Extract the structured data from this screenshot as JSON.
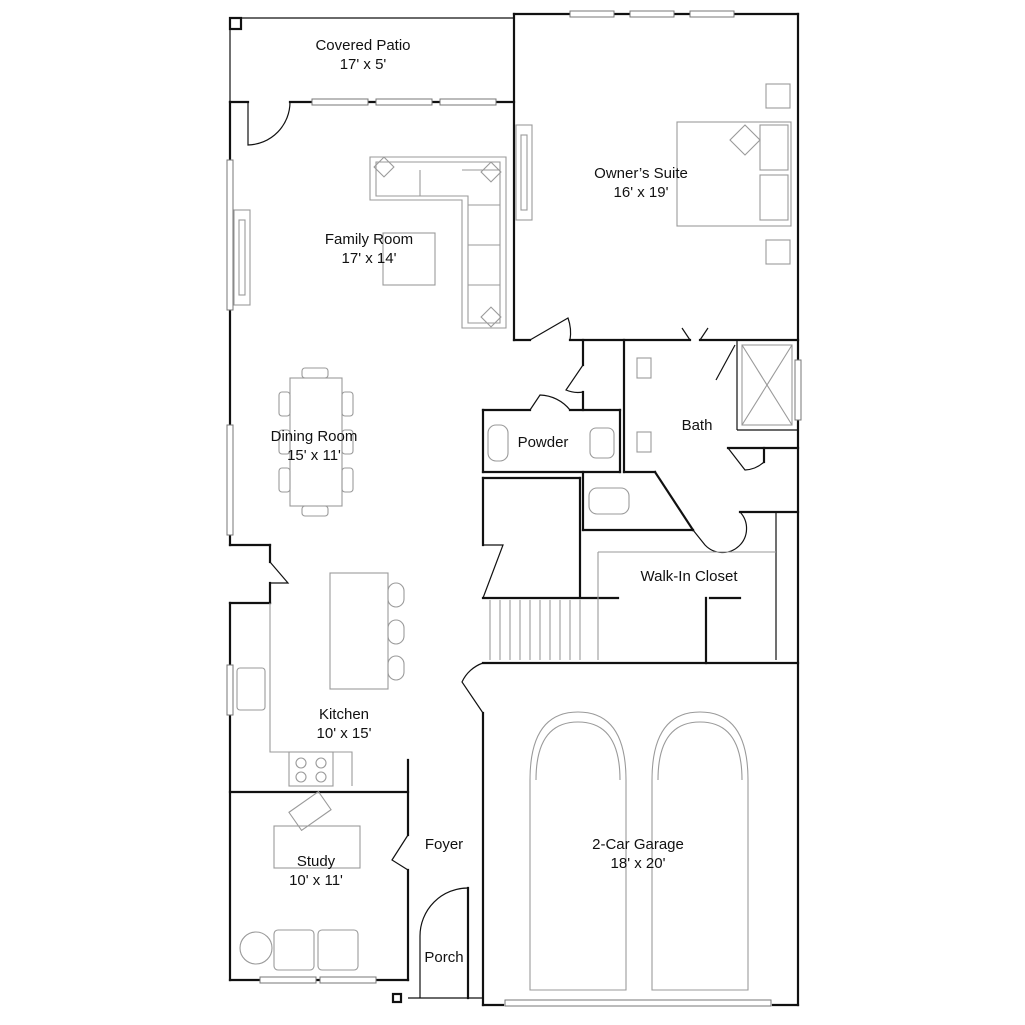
{
  "rooms": {
    "covered_patio": {
      "name": "Covered Patio",
      "dims": "17' x 5'"
    },
    "owners_suite": {
      "name": "Owner’s Suite",
      "dims": "16' x 19'"
    },
    "family_room": {
      "name": "Family Room",
      "dims": "17' x 14'"
    },
    "dining_room": {
      "name": "Dining Room",
      "dims": "15' x 11'"
    },
    "powder": {
      "name": "Powder"
    },
    "bath": {
      "name": "Bath"
    },
    "walk_in_closet": {
      "name": "Walk-In Closet"
    },
    "kitchen": {
      "name": "Kitchen",
      "dims": "10' x 15'"
    },
    "foyer": {
      "name": "Foyer"
    },
    "garage": {
      "name": "2-Car Garage",
      "dims": "18' x 20'"
    },
    "study": {
      "name": "Study",
      "dims": "10' x 11'"
    },
    "porch": {
      "name": "Porch"
    }
  }
}
